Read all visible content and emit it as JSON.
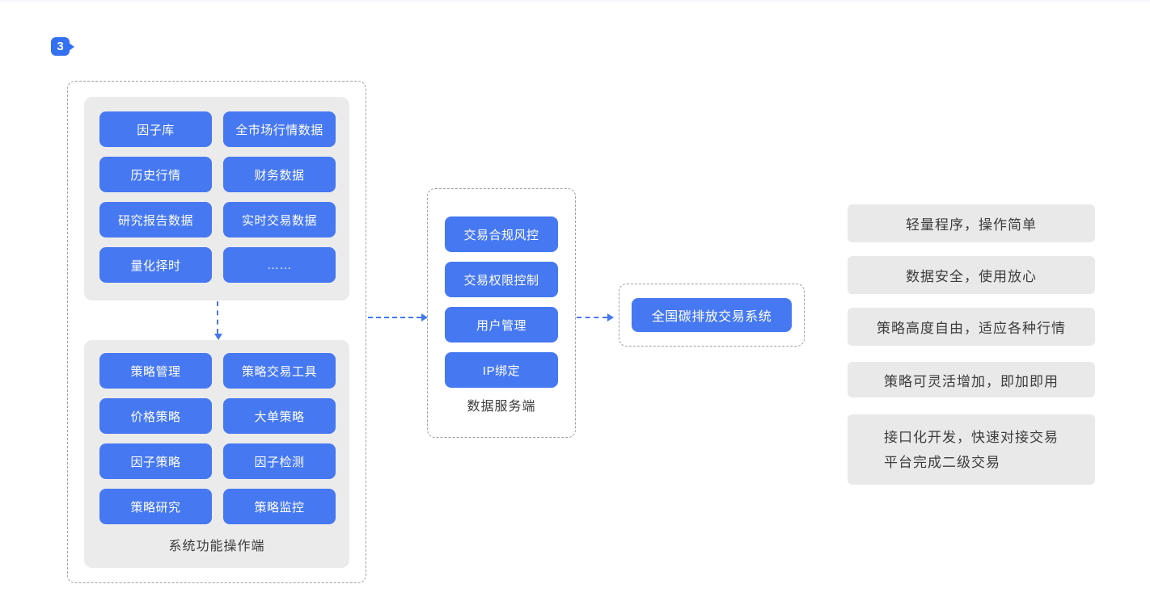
{
  "badge": {
    "label": "3"
  },
  "colors": {
    "primary_blue": "#4678f2",
    "badge_blue": "#3470f2",
    "panel_gray": "#ebebeb",
    "feature_gray": "#e9e9e9",
    "dashed_border_gray": "#9ba0a6",
    "text_dark": "#3a3a3a"
  },
  "left_group": {
    "data_panel": {
      "nodes": [
        "因子库",
        "全市场行情数据",
        "历史行情",
        "财务数据",
        "研究报告数据",
        "实时交易数据",
        "量化择时",
        "……"
      ]
    },
    "function_panel": {
      "nodes": [
        "策略管理",
        "策略交易工具",
        "价格策略",
        "大单策略",
        "因子策略",
        "因子检测",
        "策略研究",
        "策略监控"
      ],
      "label": "系统功能操作端"
    }
  },
  "data_server": {
    "nodes": [
      "交易合规风控",
      "交易权限控制",
      "用户管理",
      "IP绑定"
    ],
    "label": "数据服务端"
  },
  "exchange": {
    "node": "全国碳排放交易系统"
  },
  "features": [
    {
      "lines": [
        "轻量程序，操作简单"
      ]
    },
    {
      "lines": [
        "数据安全，使用放心"
      ]
    },
    {
      "lines": [
        "策略高度自由，适应各种行情"
      ]
    },
    {
      "lines": [
        "策略可灵活增加，即加即用"
      ]
    },
    {
      "lines": [
        "接口化开发，快速对接交易",
        "平台完成二级交易"
      ]
    }
  ]
}
